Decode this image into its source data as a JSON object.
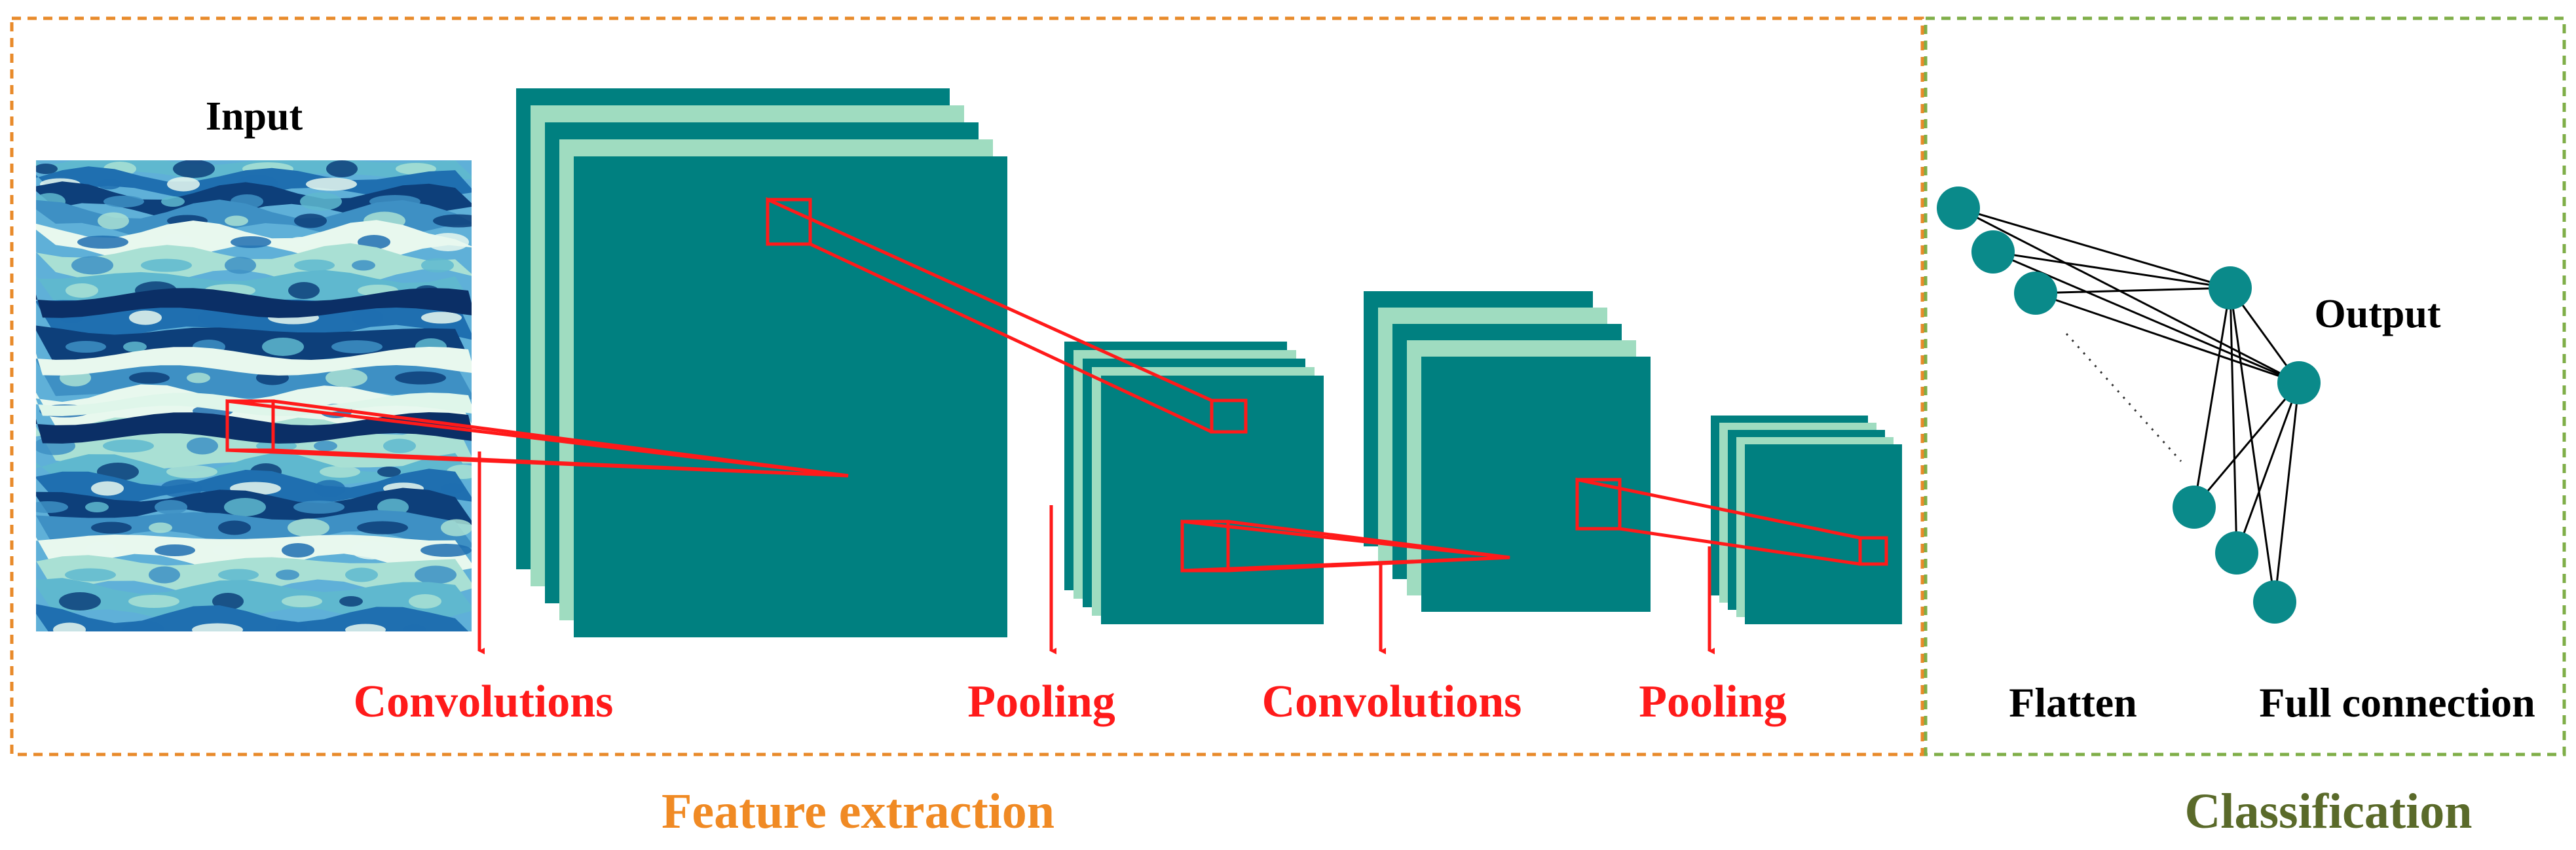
{
  "labels": {
    "input": "Input",
    "output": "Output",
    "convolutions_1": "Convolutions",
    "pooling_1": "Pooling",
    "convolutions_2": "Convolutions",
    "pooling_2": "Pooling",
    "flatten": "Flatten",
    "full_connection": "Full connection",
    "feature_extraction": "Feature extraction",
    "classification": "Classification"
  },
  "colors": {
    "feature_map": "#008080",
    "feature_map_light": "#9fdcc0",
    "neuron": "#0a8a8a",
    "highlight": "#ff1a1a",
    "feature_box": "#e88a2a",
    "classification_box": "#7fae48",
    "feature_title": "#f08a24",
    "classification_title": "#5a6a2a",
    "text": "#000000"
  }
}
